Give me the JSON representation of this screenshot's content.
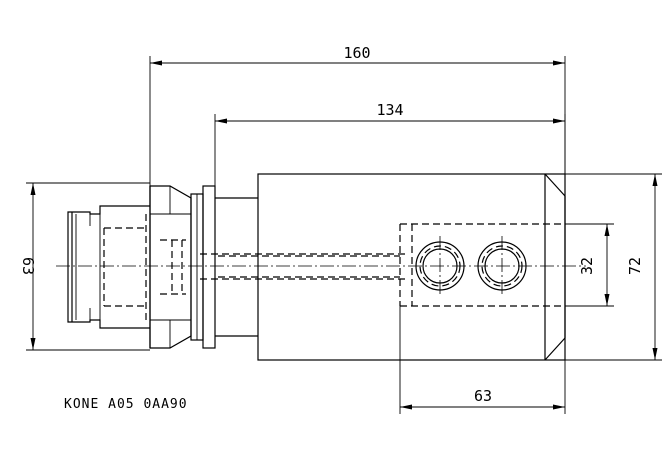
{
  "dimensions": {
    "overall_length": "160",
    "body_length": "134",
    "cap_height": "63",
    "body_height": "72",
    "port_spacing": "32",
    "port_block_width": "63"
  },
  "part_code": "KONE  A05 0AA90"
}
